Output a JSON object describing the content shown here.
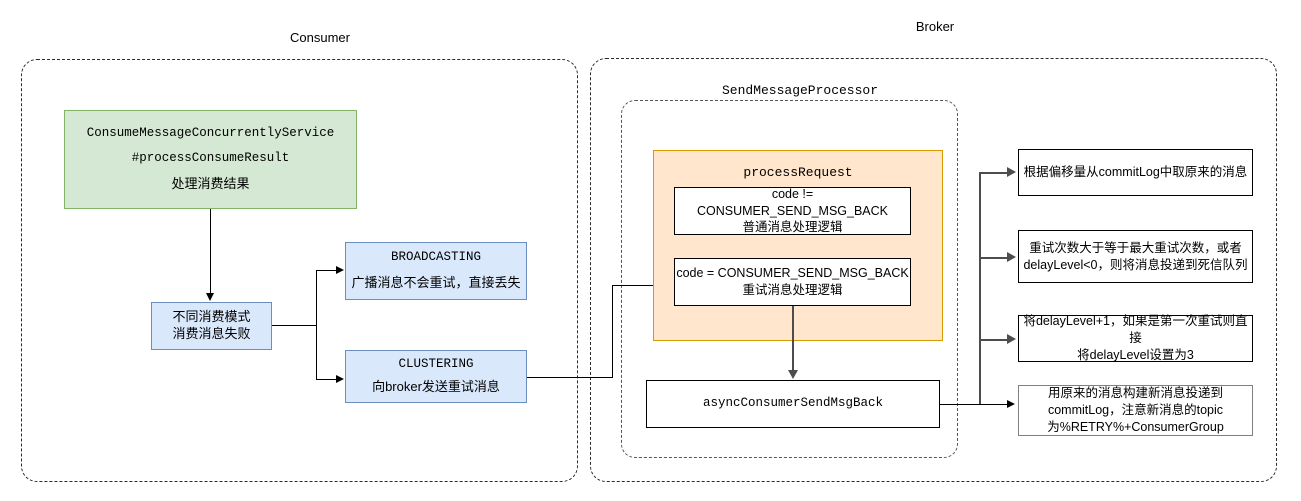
{
  "diagram": {
    "title_consumer": "Consumer",
    "title_broker": "Broker",
    "title_send_message_processor": "SendMessageProcessor"
  },
  "consumer": {
    "service_box": {
      "line1": "ConsumeMessageConcurrentlyService",
      "line2": "#processConsumeResult",
      "line3": "处理消费结果"
    },
    "mode_box": {
      "line1": "不同消费模式",
      "line2": "消费消息失败"
    },
    "broadcasting_box": {
      "title": "BROADCASTING",
      "desc": "广播消息不会重试，直接丢失"
    },
    "clustering_box": {
      "title": "CLUSTERING",
      "desc": "向broker发送重试消息"
    }
  },
  "broker": {
    "process_request": {
      "title": "processRequest",
      "normal_case": {
        "line1": "code != CONSUMER_SEND_MSG_BACK",
        "line2": "普通消息处理逻辑"
      },
      "retry_case": {
        "line1": "code = CONSUMER_SEND_MSG_BACK",
        "line2": "重试消息处理逻辑"
      }
    },
    "async_send_back": "asyncConsumerSendMsgBack",
    "steps": [
      {
        "lines": [
          "根据偏移量从commitLog中取原来的消息"
        ]
      },
      {
        "lines": [
          "重试次数大于等于最大重试次数，或者",
          "delayLevel<0，则将消息投递到死信队列"
        ]
      },
      {
        "lines": [
          "将delayLevel+1，如果是第一次重试则直接",
          "将delayLevel设置为3"
        ]
      },
      {
        "lines": [
          "用原来的消息构建新消息投递到",
          "commitLog，注意新消息的topic",
          "为%RETRY%+ConsumerGroup"
        ]
      }
    ]
  },
  "colors": {
    "green_fill": "#d5e8d4",
    "green_stroke": "#82b366",
    "blue_fill": "#dae8fc",
    "blue_stroke": "#6c8ebf",
    "orange_fill": "#ffe6cc",
    "orange_stroke": "#d79b00",
    "line": "#000000",
    "gray_line": "#4d4d4d"
  }
}
